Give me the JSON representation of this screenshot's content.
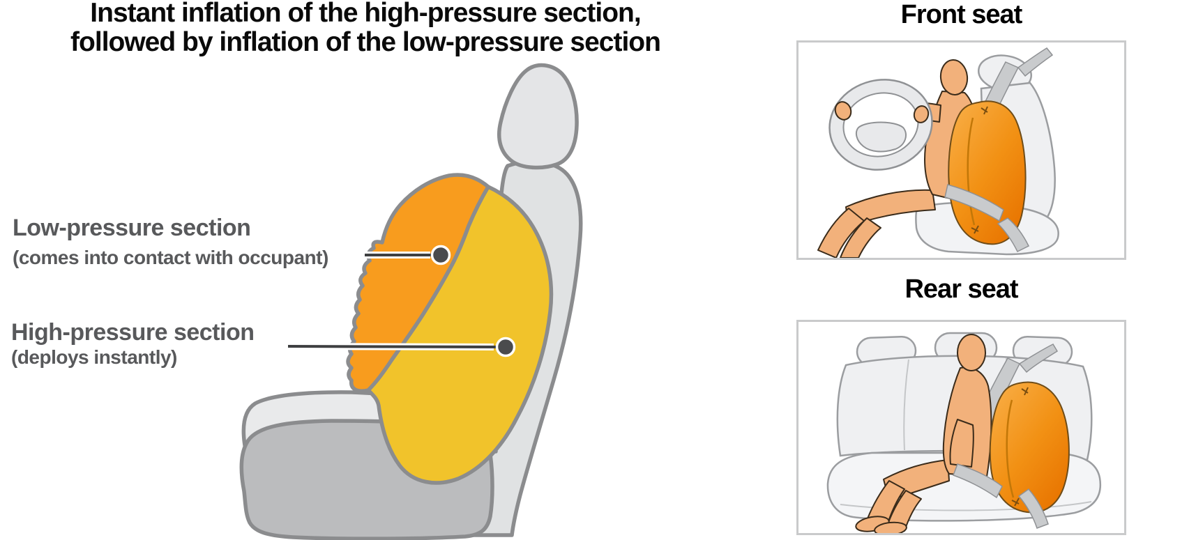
{
  "title": {
    "line1": "Instant inflation of the high-pressure section,",
    "line2": "followed by inflation of the low-pressure section"
  },
  "diagram": {
    "low_pressure": {
      "label": "Low-pressure section",
      "note": "(comes into contact with occupant)"
    },
    "high_pressure": {
      "label": "High-pressure section",
      "note": "(deploys instantly)"
    }
  },
  "panels": {
    "front": {
      "title": "Front seat"
    },
    "rear": {
      "title": "Rear seat"
    }
  },
  "colors": {
    "low_pressure_fill": "#F89C1E",
    "high_pressure_fill": "#F1C32B",
    "airbag_gradient_start": "#F9B04A",
    "airbag_gradient_end": "#E87400",
    "seat_light_gray": "#E3E4E6",
    "seat_mid_gray": "#EFF0F2",
    "seat_dark_gray": "#BBBCBE",
    "outline_gray": "#8B8C8E",
    "label_text": "#58595B",
    "title_text": "#0A0A0A",
    "leader_line": "#3E3F41",
    "leader_dot": "#4A4B4D",
    "panel_border": "#C9CACB",
    "skin": "#F2B17B"
  }
}
